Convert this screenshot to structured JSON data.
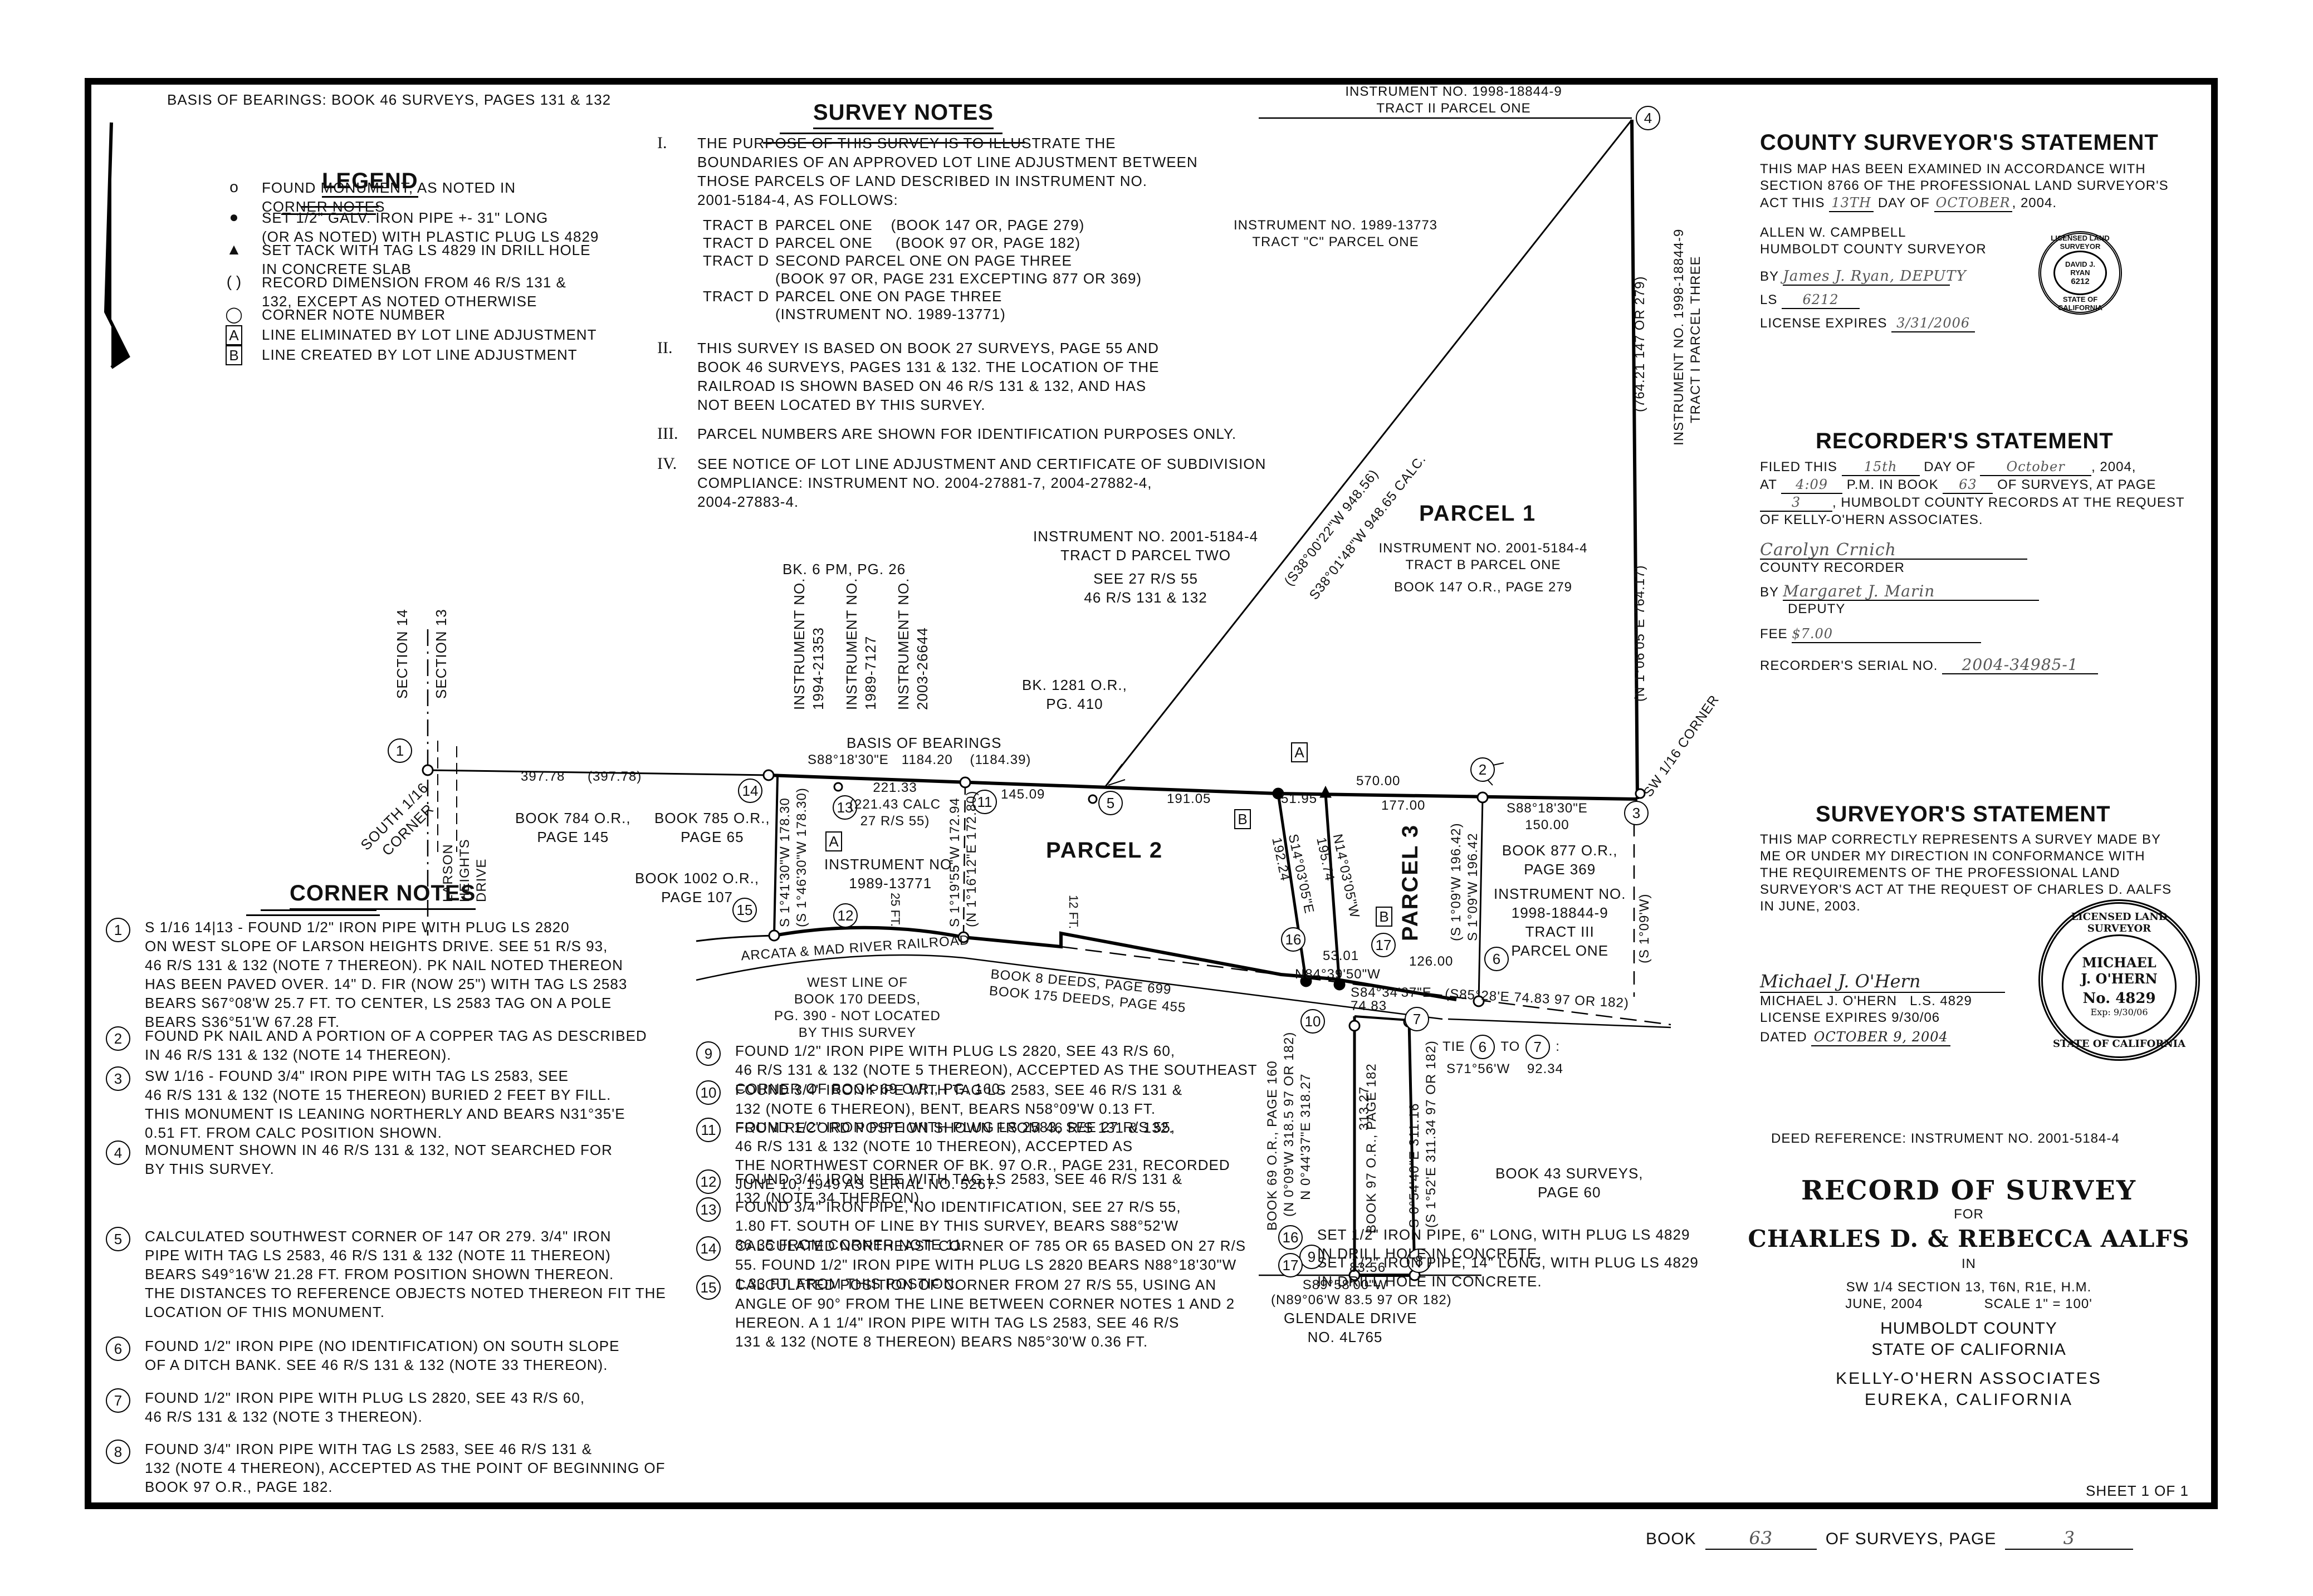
{
  "header": {
    "basis_of_bearings": "BASIS OF BEARINGS: BOOK 46 SURVEYS, PAGES 131 & 132"
  },
  "legend": {
    "title": "LEGEND",
    "items": [
      {
        "symbol": "open-circle",
        "glyph": "o",
        "text": "FOUND MONUMENT, AS NOTED IN\nCORNER NOTES"
      },
      {
        "symbol": "filled-circle",
        "glyph": "●",
        "text": "SET 1/2\" GALV. IRON PIPE +- 31\" LONG\n(OR AS NOTED) WITH PLASTIC PLUG LS 4829"
      },
      {
        "symbol": "filled-triangle",
        "glyph": "▲",
        "text": "SET TACK WITH TAG LS 4829 IN DRILL HOLE\nIN CONCRETE SLAB"
      },
      {
        "symbol": "parentheses",
        "glyph": "( )",
        "text": "RECORD DIMENSION FROM 46 R/S 131 &\n132, EXCEPT AS NOTED OTHERWISE"
      },
      {
        "symbol": "large-circle",
        "glyph": "◯",
        "text": "CORNER NOTE NUMBER"
      },
      {
        "symbol": "box-a",
        "glyph": "A",
        "text": "LINE ELIMINATED BY LOT LINE ADJUSTMENT"
      },
      {
        "symbol": "box-b",
        "glyph": "B",
        "text": "LINE CREATED BY LOT LINE ADJUSTMENT"
      }
    ]
  },
  "survey_notes": {
    "title": "SURVEY NOTES",
    "items": [
      {
        "numeral": "I.",
        "text": "THE PURPOSE OF THIS SURVEY IS TO ILLUSTRATE THE\nBOUNDARIES OF AN APPROVED LOT LINE ADJUSTMENT BETWEEN\nTHOSE PARCELS OF LAND DESCRIBED IN INSTRUMENT NO.\n2001-5184-4, AS FOLLOWS:",
        "tracts": [
          {
            "tract": "TRACT B",
            "desc": "PARCEL ONE    (BOOK 147 OR, PAGE 279)"
          },
          {
            "tract": "TRACT D",
            "desc": "PARCEL ONE     (BOOK 97 OR, PAGE 182)"
          },
          {
            "tract": "TRACT D",
            "desc": "SECOND PARCEL ONE ON PAGE THREE\n(BOOK 97 OR, PAGE 231 EXCEPTING 877 OR 369)"
          },
          {
            "tract": "TRACT D",
            "desc": "PARCEL ONE ON PAGE THREE\n(INSTRUMENT NO. 1989-13771)"
          }
        ]
      },
      {
        "numeral": "II.",
        "text": "THIS SURVEY IS BASED ON BOOK 27 SURVEYS, PAGE 55 AND\nBOOK 46 SURVEYS, PAGES 131 & 132.  THE LOCATION OF THE\nRAILROAD IS SHOWN BASED ON 46 R/S 131 & 132, AND HAS\nNOT BEEN LOCATED BY THIS SURVEY."
      },
      {
        "numeral": "III.",
        "text": "PARCEL NUMBERS ARE SHOWN FOR IDENTIFICATION PURPOSES ONLY."
      },
      {
        "numeral": "IV.",
        "text": "SEE NOTICE OF LOT LINE ADJUSTMENT AND CERTIFICATE OF SUBDIVISION\nCOMPLIANCE: INSTRUMENT NO. 2004-27881-7, 2004-27882-4,\n2004-27883-4."
      }
    ]
  },
  "corner_notes": {
    "title": "CORNER NOTES",
    "items": [
      {
        "num": "1",
        "text": "S 1/16 14|13 - FOUND 1/2\" IRON PIPE WITH PLUG LS 2820\nON WEST SLOPE OF LARSON HEIGHTS DRIVE.  SEE 51 R/S 93,\n46 R/S 131 & 132 (NOTE 7 THEREON). PK NAIL NOTED THEREON\nHAS BEEN PAVED OVER.  14\" D. FIR (NOW 25\") WITH TAG LS 2583\nBEARS S67°08'W 25.7 FT. TO CENTER, LS 2583 TAG ON A POLE\nBEARS S36°51'W 67.28 FT."
      },
      {
        "num": "2",
        "text": "FOUND PK NAIL AND A PORTION OF A COPPER TAG AS DESCRIBED\nIN 46 R/S 131 & 132 (NOTE 14 THEREON)."
      },
      {
        "num": "3",
        "text": "SW 1/16 - FOUND 3/4\" IRON PIPE WITH TAG LS 2583, SEE\n46 R/S 131 & 132 (NOTE 15 THEREON) BURIED 2 FEET BY FILL.\nTHIS MONUMENT IS LEANING NORTHERLY AND BEARS N31°35'E\n0.51 FT. FROM CALC POSITION SHOWN."
      },
      {
        "num": "4",
        "text": "MONUMENT SHOWN IN 46 R/S 131 & 132, NOT SEARCHED FOR\nBY THIS SURVEY."
      },
      {
        "num": "5",
        "text": "CALCULATED SOUTHWEST CORNER OF 147 OR 279.  3/4\" IRON\nPIPE WITH TAG LS 2583, 46 R/S 131 & 132 (NOTE 11 THEREON)\nBEARS S49°16'W 21.28 FT. FROM POSITION SHOWN THEREON.\nTHE DISTANCES TO REFERENCE OBJECTS NOTED THEREON FIT THE\nLOCATION OF THIS MONUMENT."
      },
      {
        "num": "6",
        "text": "FOUND 1/2\" IRON PIPE (NO IDENTIFICATION) ON SOUTH SLOPE\nOF A DITCH BANK.  SEE 46 R/S 131 & 132 (NOTE 33 THEREON)."
      },
      {
        "num": "7",
        "text": "FOUND 1/2\" IRON PIPE WITH PLUG LS 2820, SEE 43 R/S 60,\n46 R/S 131 & 132 (NOTE 3 THEREON)."
      },
      {
        "num": "8",
        "text": "FOUND 3/4\" IRON PIPE WITH TAG LS 2583, SEE 46 R/S 131 &\n132 (NOTE 4 THEREON), ACCEPTED AS THE POINT OF BEGINNING OF\nBOOK 97 O.R., PAGE 182."
      },
      {
        "num": "9",
        "text": "FOUND 1/2\" IRON PIPE WITH PLUG LS 2820, SEE 43 R/S 60,\n46 R/S 131 & 132 (NOTE 5 THEREON), ACCEPTED AS THE SOUTHEAST\nCORNER OF BOOK 69 O.R., PG. 160."
      },
      {
        "num": "10",
        "text": "FOUND 3/4\" IRON PIPE WITH TAG LS 2583, SEE 46 R/S 131 &\n132 (NOTE 6 THEREON), BENT, BEARS N58°09'W  0.13 FT.\nFROM RECORD POSITION SHOWN FROM 46 R/S 131 & 132."
      },
      {
        "num": "11",
        "text": "FOUND 1/2\" IRON PIPE WITH PLUG LS 2583, SEE 27 R/S 55,\n46 R/S 131 & 132 (NOTE 10 THEREON), ACCEPTED AS\nTHE NORTHWEST CORNER OF BK. 97 O.R., PAGE 231, RECORDED\nJUNE 10, 1949 AS SERIAL NO. 5267."
      },
      {
        "num": "12",
        "text": "FOUND 3/4\" IRON PIPE WITH TAG LS 2583, SEE 46 R/S 131 &\n132 (NOTE 34 THEREON)."
      },
      {
        "num": "13",
        "text": "FOUND 3/4\" IRON PIPE, NO IDENTIFICATION, SEE 27 R/S 55,\n1.80 FT. SOUTH OF LINE BY THIS SURVEY, BEARS S88°52'W\n36.35 FROM CORNER NOTE 11."
      },
      {
        "num": "14",
        "text": "CALCULATED NORTHEAST CORNER OF 785 OR 65 BASED ON 27 R/S\n55.  FOUND 1/2\" IRON PIPE WITH PLUG LS 2820 BEARS N88°18'30\"W\n1.33 FT. FROM THIS POSTION."
      },
      {
        "num": "15",
        "text": "CALCULATED POSITION OF CORNER FROM 27 R/S 55, USING AN\nANGLE OF 90° FROM THE LINE BETWEEN CORNER NOTES 1 AND 2\nHEREON.  A 1 1/4\" IRON PIPE WITH TAG LS 2583, SEE 46 R/S\n131 & 132 (NOTE 8 THEREON) BEARS N85°30'W 0.36 FT."
      },
      {
        "num": "16",
        "text": "SET 1/2\" IRON PIPE, 6\" LONG, WITH PLUG LS 4829\nIN DRILL HOLE IN CONCRETE."
      },
      {
        "num": "17",
        "text": "SET 1/2\" IRON PIPE, 14\" LONG, WITH PLUG LS 4829\nIN DRILL HOLE IN CONCRETE."
      }
    ]
  },
  "map": {
    "parcels": {
      "p1": "PARCEL 1",
      "p2": "PARCEL 2",
      "p3": "PARCEL 3"
    },
    "labels": {
      "inst_1998_top": "INSTRUMENT NO. 1998-18844-9",
      "tract_ii": "TRACT II  PARCEL ONE",
      "inst_1989_13773": "INSTRUMENT NO. 1989-13773",
      "tract_c": "TRACT \"C\"  PARCEL ONE",
      "inst_1998_right": "INSTRUMENT NO. 1998-18844-9",
      "tract_i_three": "TRACT I   PARCEL THREE",
      "p1_inst": "INSTRUMENT NO. 2001-5184-4",
      "p1_tract": "TRACT B PARCEL ONE",
      "p1_book": "BOOK 147 O.R., PAGE 279",
      "tract_d_inst": "INSTRUMENT NO. 2001-5184-4",
      "tract_d_p2": "TRACT D   PARCEL TWO",
      "see_27": "SEE 27 R/S 55",
      "see_46": "46 R/S 131 & 132",
      "bk6pm": "BK. 6 PM, PG. 26",
      "inst_1994": "INSTRUMENT NO.",
      "inst_1994_no": "1994-21353",
      "inst_1989_7127": "INSTRUMENT NO.",
      "inst_1989_7127_no": "1989-7127",
      "inst_2003": "INSTRUMENT NO.",
      "inst_2003_no": "2003-26644",
      "bk1281": "BK. 1281 O.R.,",
      "bk1281_pg": "PG. 410",
      "basis_title": "BASIS OF BEARINGS",
      "basis_brg": "S88°18'30\"E   1184.20    (1184.39)",
      "sec14": "SECTION 14",
      "sec13": "SECTION 13",
      "south_corner_1": "SOUTH 1/16",
      "south_corner_2": "CORNER",
      "larson": "LARSON",
      "heights": "HEIGHTS",
      "drive": "DRIVE",
      "d397": "397.78",
      "d397r": "(397.78)",
      "bk784": "BOOK 784 O.R.,",
      "bk784_pg": "PAGE 145",
      "bk785": "BOOK 785 O.R.,",
      "bk785_pg": "PAGE 65",
      "bk1002": "BOOK 1002 O.R.,",
      "bk1002_pg": "PAGE 107",
      "d221": "221.33",
      "d221c1": "(221.43 CALC",
      "d221c2": "27 R/S 55)",
      "inst_13771": "INSTRUMENT NO.",
      "inst_13771_no": "1989-13771",
      "brg_w_15": "S 1°41'30\"W   178.30",
      "brg_w_15r": "(S 1°46'30\"W  178.30)",
      "brg_11_12": "S 1°19'55\"W   172.94",
      "brg_11_12r": "(N 1°16'12\"E  172.80)",
      "ft25": "25 FT.",
      "ft12": "12 FT.",
      "d145": "145.09",
      "d191": "191.05",
      "d5195": "51.95",
      "d570": "570.00",
      "d177": "177.00",
      "brg_2_3": "S88°18'30\"E",
      "d150": "150.00",
      "bk877": "BOOK 877 O.R.,",
      "bk877_pg": "PAGE 369",
      "p3_inst": "INSTRUMENT NO.",
      "p3_inst_no": "1998-18844-9",
      "p3_tract": "TRACT III",
      "p3_parcel": "PARCEL ONE",
      "brg_s14": "S14°03'05\"E",
      "d192": "192.24",
      "brg_n14": "N14°03'05\"W",
      "d195": "195.74",
      "brg_2_6": "S 1°09'W   196.42",
      "brg_2_6r": "(S 1°09'W   196.42)",
      "d5301": "53.01",
      "d126": "126.00",
      "brg_n84": "N84°39'50\"W",
      "brg_s84": "S84°34'37\"E",
      "brg_s85": "(S85°28'E 74.83  97 OR 182)",
      "d7483": "74.83",
      "brg_s109": "(S 1°09'W)",
      "brg_n106": "(N 1°06'05\"E  764.17)",
      "d764r": "(764.21 147 OR 279)",
      "brg_s38r": "(S38°00'22\"W   948.56)",
      "brg_s38": "S38°01'48\"W   948.65  CALC.",
      "sw116": "SW 1/16 CORNER",
      "railroad": "ARCATA & MAD RIVER RAILROAD",
      "west_line": "WEST LINE OF\nBOOK 170 DEEDS,\nPG. 390 - NOT LOCATED\nBY THIS SURVEY",
      "bk8": "BOOK 8 DEEDS, PAGE 699",
      "bk175": "BOOK 175 DEEDS, PAGE 455",
      "bk69": "BOOK 69 O.R., PAGE 160",
      "brg_9_10r": "(N 0°09'W  318.5   97 OR 182)",
      "brg_9_10": "N 0°44'37\"E   318.27",
      "d313": "313.27",
      "bk97": "BOOK 97 O.R., PAGE 182",
      "brg_7_8": "S 0°54'40\"E   311.16",
      "brg_7_8r": "(S 1°52'E  311.34   97 OR 182)",
      "d8356": "83.56",
      "brg_8_9": "S89°58'00\"W",
      "brg_8_9r": "(N89°06'W 83.5   97 OR 182)",
      "glendale": "GLENDALE DRIVE",
      "glendale_no": "NO. 4L765",
      "tie": "TIE",
      "tie_to": "TO",
      "tie_brg": "S71°56'W    92.34",
      "bk43": "BOOK 43 SURVEYS,",
      "bk43_pg": "PAGE 60"
    }
  },
  "county_surveyor": {
    "title": "COUNTY SURVEYOR'S STATEMENT",
    "line1": "THIS MAP HAS BEEN EXAMINED IN ACCORDANCE WITH",
    "line2": "SECTION 8766 OF THE PROFESSIONAL LAND SURVEYOR'S",
    "act_prefix": "ACT THIS",
    "day": "13TH",
    "day_of": "DAY OF",
    "month": "OCTOBER",
    "year": ", 2004.",
    "name": "ALLEN W. CAMPBELL",
    "role": "HUMBOLDT COUNTY SURVEYOR",
    "by_label": "BY",
    "by_sig": "James J. Ryan, DEPUTY",
    "ls_label": "LS",
    "ls_value": "6212",
    "exp_label": "LICENSE EXPIRES",
    "exp_value": "3/31/2006",
    "seal": {
      "top": "LICENSED LAND SURVEYOR",
      "name": "DAVID J. RYAN",
      "num": "6212",
      "bottom": "STATE OF CALIFORNIA"
    }
  },
  "recorder": {
    "title": "RECORDER'S STATEMENT",
    "filed": "FILED THIS",
    "day": "15th",
    "day_of": "DAY OF",
    "month": "October",
    "year": ", 2004,",
    "at": "AT",
    "time": "4:09",
    "pm": "P.M. IN BOOK",
    "book": "63",
    "of_surveys": "OF SURVEYS, AT PAGE",
    "page": "3",
    "records": ", HUMBOLDT COUNTY RECORDS AT THE REQUEST",
    "request": "OF KELLY-O'HERN ASSOCIATES.",
    "recorder_sig": "Carolyn Crnich",
    "recorder_role": "COUNTY RECORDER",
    "by_label": "BY",
    "deputy_sig": "Margaret J. Marin",
    "deputy": "DEPUTY",
    "fee_label": "FEE",
    "fee": "$7.00",
    "serial_label": "RECORDER'S SERIAL NO.",
    "serial": "2004-34985-1"
  },
  "surveyor": {
    "title": "SURVEYOR'S STATEMENT",
    "text": "THIS MAP CORRECTLY REPRESENTS A SURVEY MADE BY\nME OR UNDER MY DIRECTION IN CONFORMANCE WITH\nTHE REQUIREMENTS OF THE PROFESSIONAL LAND\nSURVEYOR'S ACT AT THE REQUEST OF CHARLES D. AALFS\nIN JUNE, 2003.",
    "signature": "Michael J. O'Hern",
    "name_line": "MICHAEL J. O'HERN   L.S. 4829",
    "license": "LICENSE EXPIRES 9/30/06",
    "dated_label": "DATED",
    "dated": "OCTOBER 9, 2004",
    "seal": {
      "top": "LICENSED LAND SURVEYOR",
      "name1": "MICHAEL",
      "name2": "J. O'HERN",
      "num": "No. 4829",
      "exp": "Exp:  9/30/06",
      "bottom": "STATE OF CALIFORNIA"
    }
  },
  "title_block": {
    "deed_ref": "DEED REFERENCE: INSTRUMENT NO. 2001-5184-4",
    "title": "RECORD OF SURVEY",
    "for": "FOR",
    "owners": "CHARLES D. & REBECCA AALFS",
    "in": "IN",
    "location": "SW 1/4 SECTION 13, T6N, R1E, H.M.",
    "date": "JUNE, 2004",
    "scale": "SCALE 1\" = 100'",
    "county": "HUMBOLDT COUNTY",
    "state": "STATE OF CALIFORNIA",
    "firm": "KELLY-O'HERN ASSOCIATES",
    "city": "EUREKA, CALIFORNIA",
    "sheet": "SHEET 1 OF 1"
  },
  "footer": {
    "book_label": "BOOK",
    "book": "63",
    "of_surveys": "OF SURVEYS, PAGE",
    "page": "3"
  }
}
